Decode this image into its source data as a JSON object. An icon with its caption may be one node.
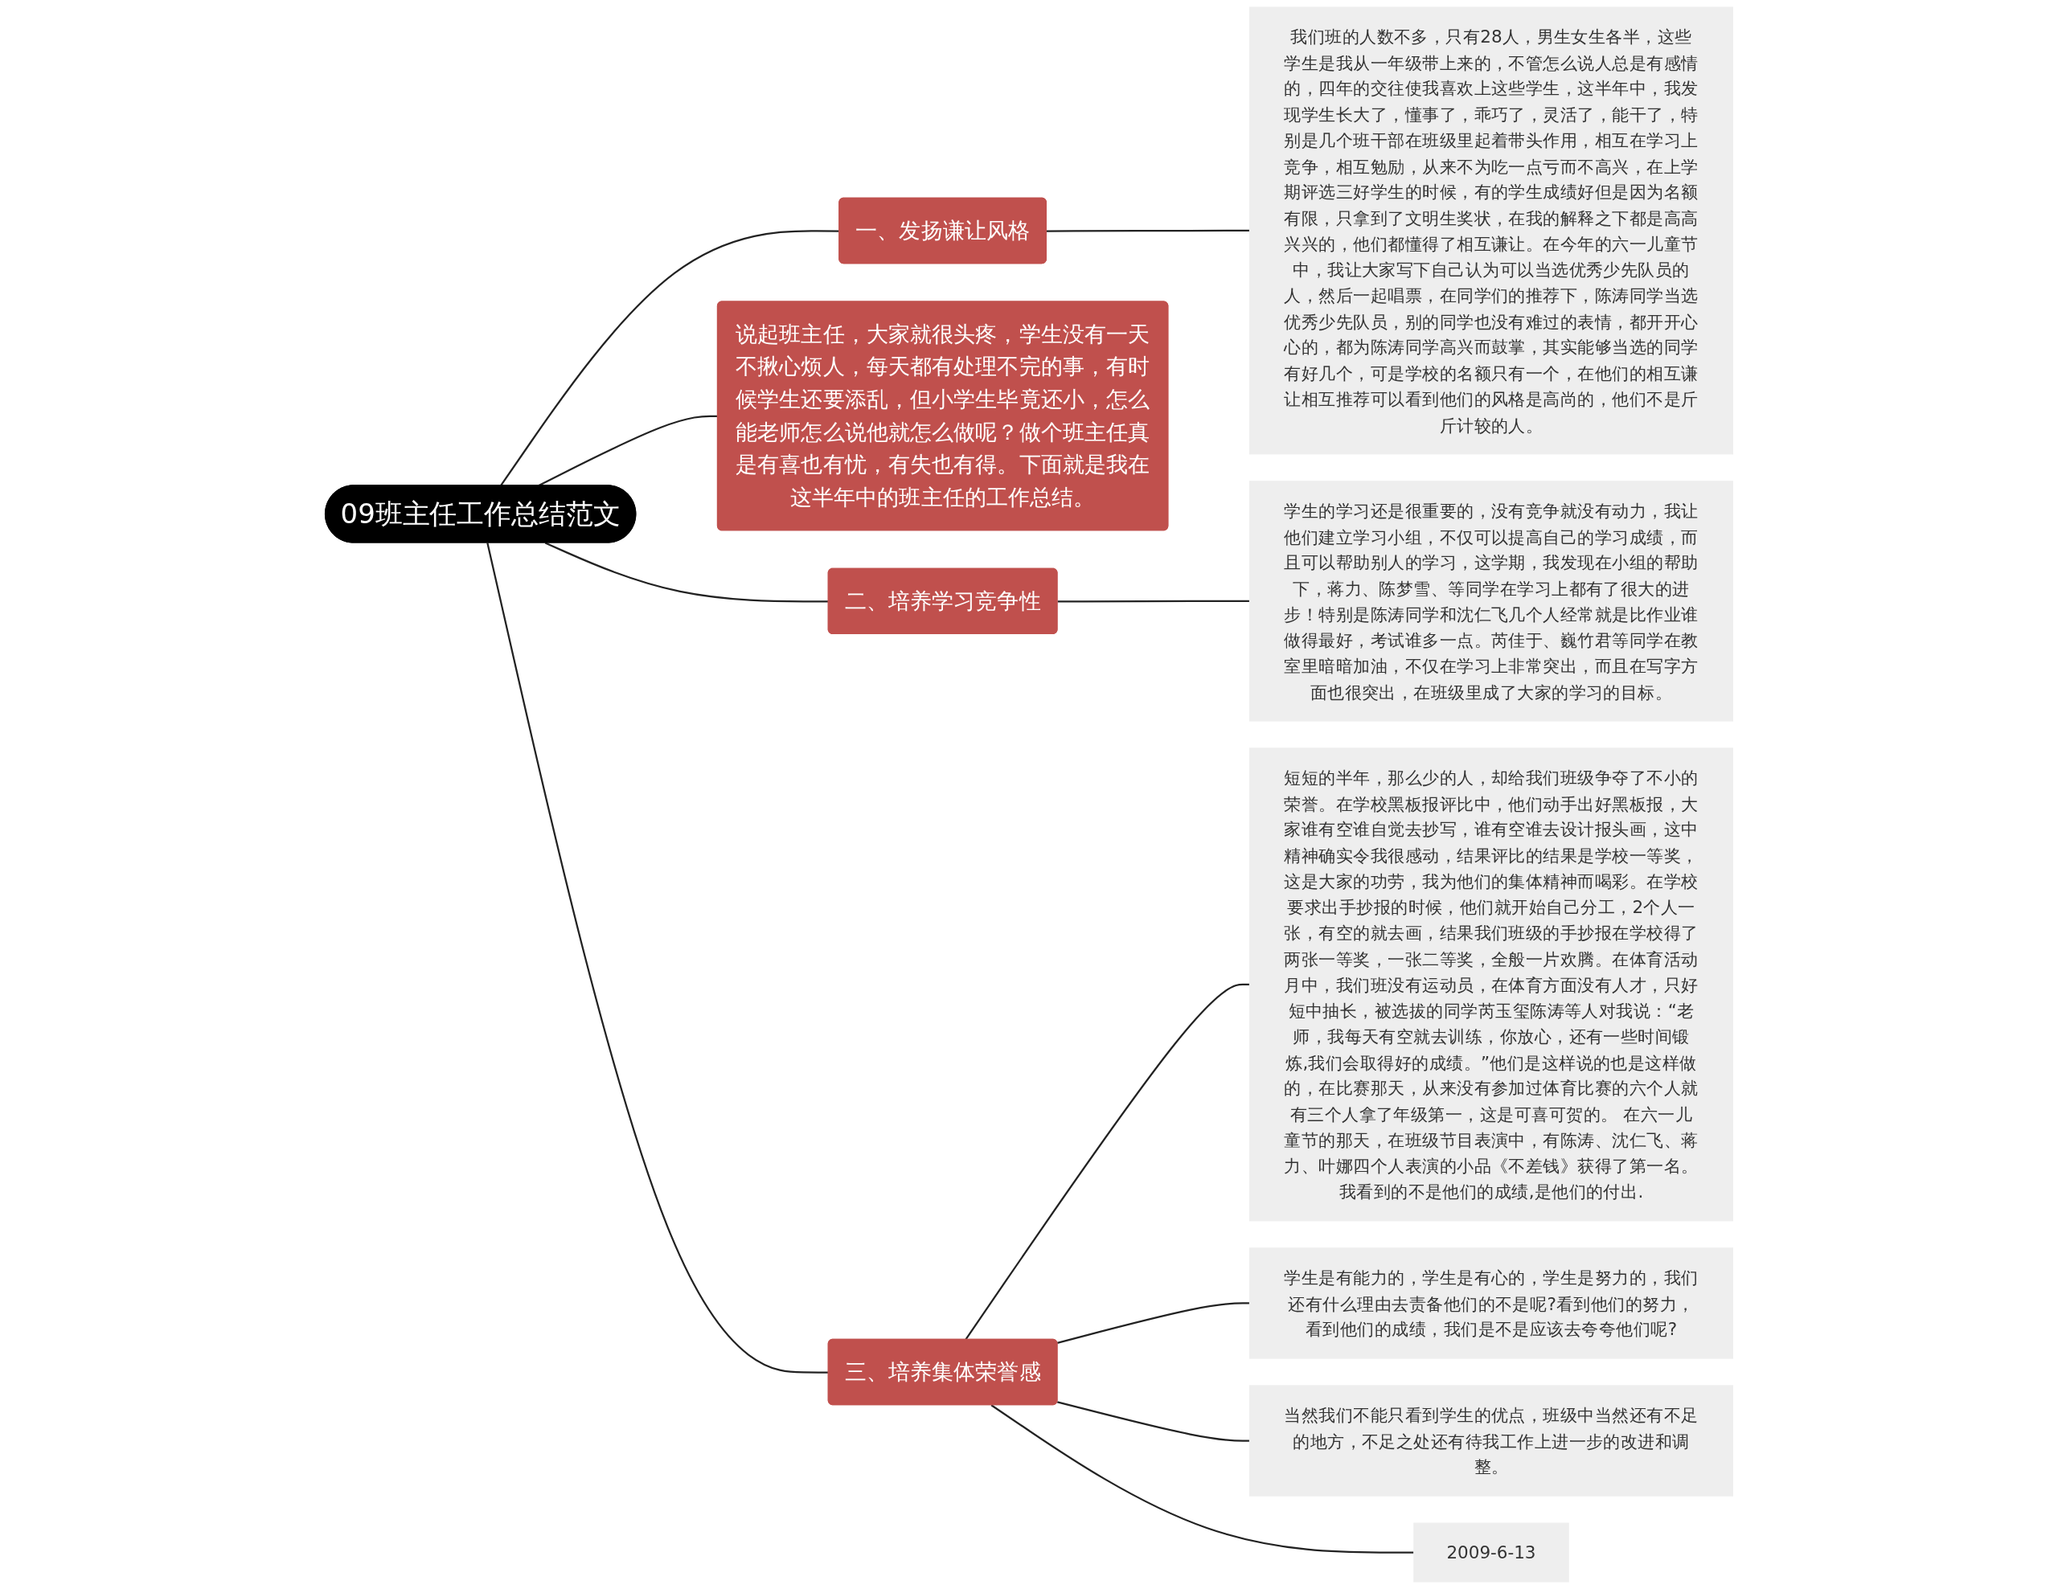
{
  "diagram": {
    "nodes": [
      {
        "text": [
          "09班主任工作总结范文"
        ]
      },
      {
        "text": [
          "一、发扬谦让风格"
        ]
      },
      {
        "text": [
          "我们班的人数不多，只有28人，男生女生各半，这些学生是我从一年级带上来的，不管怎么说人总是有感情的，四年的交往使我喜欢上这些学生，这半年中，我发现学生长大了，懂事了，乖巧了，灵活了，能干了，特别是几个班干部在班级里起着带头作用，相互在学习上竞争，相互勉励，从来不为吃一点亏而不高兴，在上学期评选三好学生的时候，有的学生成绩好但是因为名额有限，只拿到了文明生奖状，在我的解释之下都是高高兴兴的，他们都懂得了相互谦让。在今年的六一儿童节中，我让大家写下自己认为可以当选优秀少先队员的人，然后一起唱票，在同学们的推荐下，陈涛同学当选优秀少先队员，别的同学也没有难过的表情，都开开心心的，都为陈涛同学高兴而鼓掌，其实能够当选的同学有好几个，可是学校的名额只有一个，在他们的相互谦让相互推荐可以看到他们的风格是高尚的，他们不是斤斤计较的人。"
        ]
      },
      {
        "text": [
          "说起班主任，大家就很头疼，学生没有一天不揪心烦人，每天都有处理不完的事，有时候学生还要添乱，但小学生毕竟还小，怎么能老师怎么说他就怎么做呢？做个班主任真是有喜也有忧，有失也有得。下面就是我在这半年中的班主任的工作总结。"
        ]
      },
      {
        "text": [
          "二、培养学习竞争性"
        ]
      },
      {
        "text": [
          "学生的学习还是很重要的，没有竞争就没有动力，我让他们建立学习小组，不仅可以提高自己的学习成绩，而且可以帮助别人的学习，这学期，我发现在小组的帮助下，蒋力、陈梦雪、等同学在学习上都有了很大的进步！特别是陈涛同学和沈仁飞几个人经常就是比作业谁做得最好，考试谁多一点。芮佳于、巍竹君等同学在教室里暗暗加油，不仅在学习上非常突出，而且在写字方面也很突出，在班级里成了大家的学习的目标。"
        ]
      },
      {
        "text": [
          "三、培养集体荣誉感"
        ]
      },
      {
        "text": [
          "短短的半年，那么少的人，却给我们班级争夺了不小的荣誉。在学校黑板报评比中，他们动手出好黑板报，大家谁有空谁自觉去抄写，谁有空谁去设计报头画，这中精神确实令我很感动，结果评比的结果是学校一等奖，这是大家的功劳，我为他们的集体精神而喝彩。在学校要求出手抄报的时候，他们就开始自己分工，2个人一张，有空的就去画，结果我们班级的手抄报在学校得了两张一等奖，一张二等奖，全般一片欢腾。在体育活动月中，我们班没有运动员，在体育方面没有人才，只好短中抽长，被选拔的同学芮玉玺陈涛等人对我说：“老师，我每天有空就去训练，你放心，还有一些时间锻炼,我们会取得好的成绩。”他们是这样说的也是这样做的，在比赛那天，从来没有参加过体育比赛的六个人就有三个人拿了年级第一，这是可喜可贺的。 在六一儿童节的那天，在班级节目表演中，有陈涛、沈仁飞、蒋力、叶娜四个人表演的小品《不差钱》获得了第一名。我看到的不是他们的成绩,是他们的付出."
        ]
      },
      {
        "text": [
          "学生是有能力的，学生是有心的，学生是努力的，我们还有什么理由去责备他们的不是呢?看到他们的努力，看到他们的成绩，我们是不是应该去夸夸他们呢?"
        ]
      },
      {
        "text": [
          "当然我们不能只看到学生的优点，班级中当然还有不足的地方，不足之处还有待我工作上进一步的改进和调整。"
        ]
      },
      {
        "text": [
          "2009-6-13"
        ]
      }
    ],
    "edges": [
      {
        "from": 0,
        "to": 1,
        "arrow": "none"
      },
      {
        "from": 1,
        "to": 2,
        "arrow": "none"
      },
      {
        "from": 0,
        "to": 3,
        "arrow": "none"
      },
      {
        "from": 0,
        "to": 4,
        "arrow": "none"
      },
      {
        "from": 4,
        "to": 5,
        "arrow": "none"
      },
      {
        "from": 0,
        "to": 6,
        "arrow": "none"
      },
      {
        "from": 6,
        "to": 7,
        "arrow": "none"
      },
      {
        "from": 6,
        "to": 8,
        "arrow": "none"
      },
      {
        "from": 6,
        "to": 9,
        "arrow": "none"
      },
      {
        "from": 6,
        "to": 10,
        "arrow": "none"
      }
    ]
  }
}
